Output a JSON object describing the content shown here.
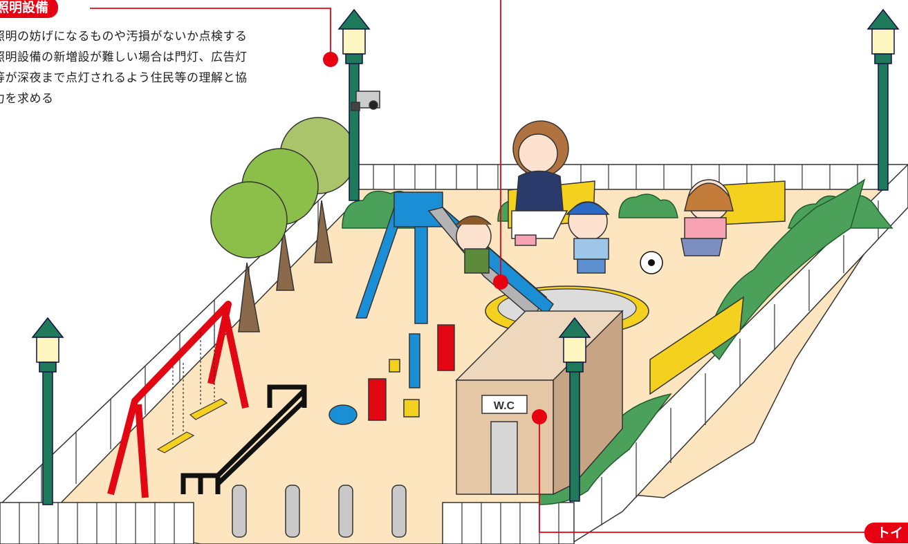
{
  "callouts": {
    "lighting": {
      "heading": "照明設備",
      "lines": [
        "照明の妨げになるものや汚損がないか点検する",
        "照明設備の新増設が難しい場合は門灯、広告灯",
        "等が深夜まで点灯されるよう住民等の理解と協",
        "力を求める"
      ]
    },
    "toilet": {
      "heading": "トイ"
    }
  },
  "signs": {
    "wc": "W.C"
  },
  "colors": {
    "callout_red": "#e60012",
    "ground": "#fce5bf",
    "fence": "#ffffff",
    "lamp_post": "#1e7a5a",
    "swing": "#e30613",
    "slide_blue": "#1a8fd6",
    "bench_yellow": "#f5d11f",
    "toilet_wall": "#e6c7a5",
    "hedge_green": "#4ba05a",
    "tree_green": "#8cbf4a"
  },
  "icons": [
    "lamp-post",
    "security-camera",
    "tree",
    "swing",
    "slide",
    "bench",
    "soccer-ball",
    "toilet-building",
    "hedge",
    "fence"
  ]
}
